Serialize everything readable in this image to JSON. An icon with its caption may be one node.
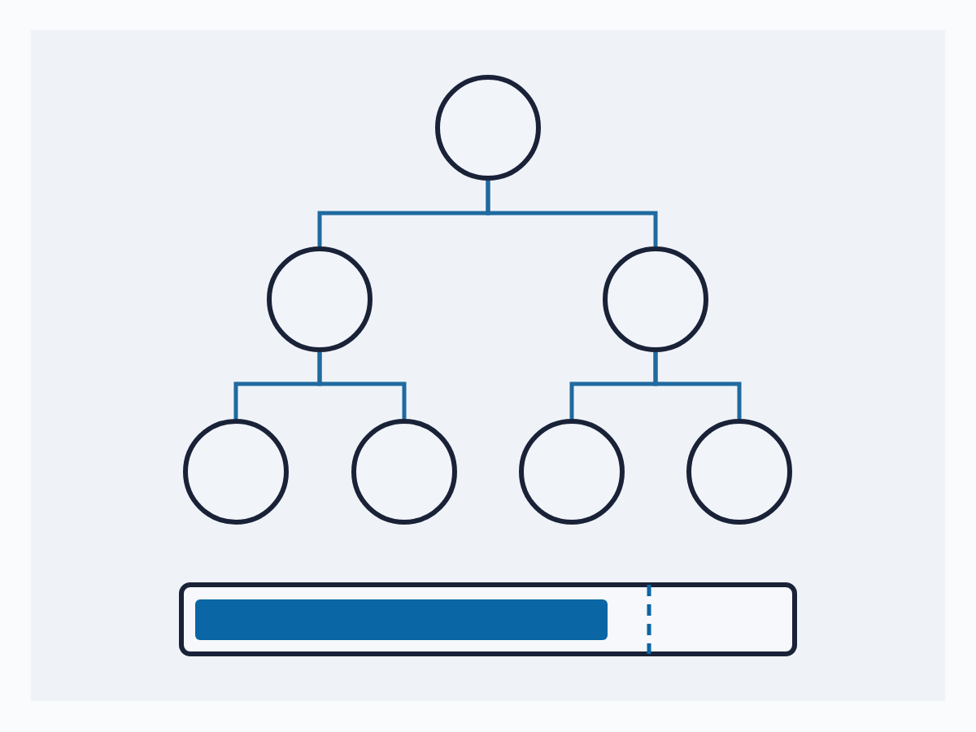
{
  "diagram": {
    "nodes": [
      {
        "text": [],
        "shape": "circle"
      },
      {
        "text": [],
        "shape": "circle"
      },
      {
        "text": [],
        "shape": "circle"
      },
      {
        "text": [],
        "shape": "circle"
      },
      {
        "text": [],
        "shape": "circle"
      },
      {
        "text": [],
        "shape": "circle"
      },
      {
        "text": [],
        "shape": "circle"
      }
    ],
    "edges": [
      {
        "from": 0,
        "to": 1,
        "arrow": "none"
      },
      {
        "from": 0,
        "to": 2,
        "arrow": "none"
      },
      {
        "from": 1,
        "to": 3,
        "arrow": "none"
      },
      {
        "from": 1,
        "to": 4,
        "arrow": "none"
      },
      {
        "from": 2,
        "to": 5,
        "arrow": "none"
      },
      {
        "from": 2,
        "to": 6,
        "arrow": "none"
      }
    ]
  }
}
